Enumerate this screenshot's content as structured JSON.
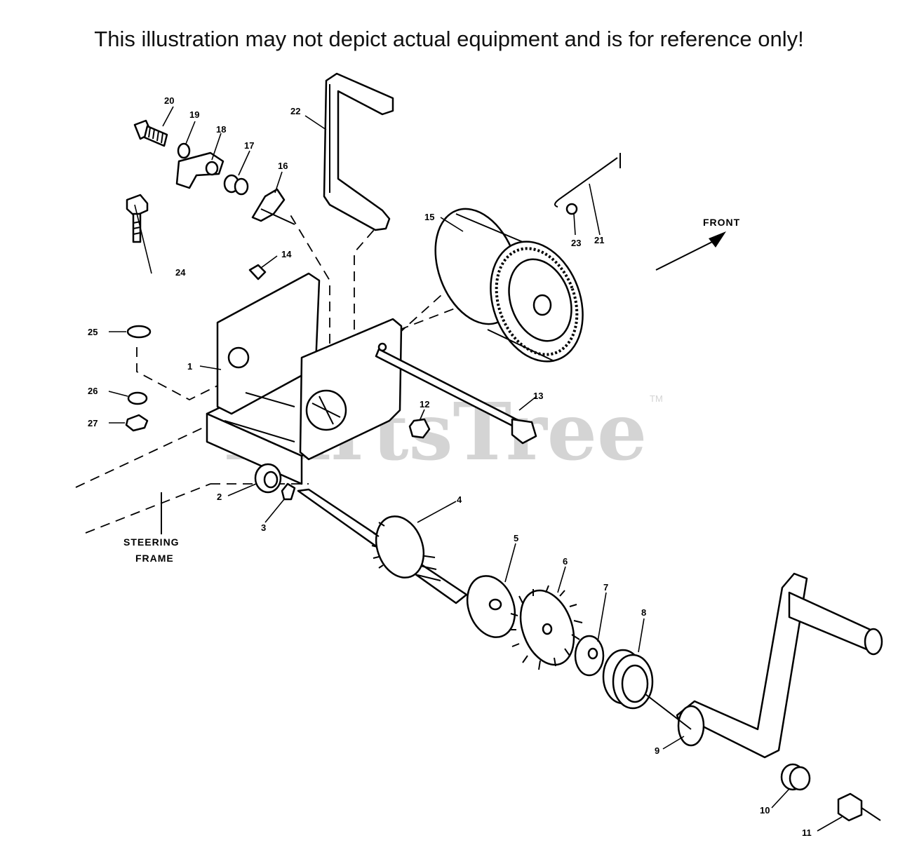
{
  "disclaimer": "This illustration may not depict actual equipment and is for reference only!",
  "watermark": "PartsTree",
  "trademark": "TM",
  "front_label": "FRONT",
  "frame_label": [
    "STEERING",
    "FRAME"
  ],
  "callouts": {
    "p1": "1",
    "p2": "2",
    "p3": "3",
    "p4": "4",
    "p5": "5",
    "p6": "6",
    "p7": "7",
    "p8": "8",
    "p9": "9",
    "p10": "10",
    "p11": "11",
    "p12": "12",
    "p13": "13",
    "p14": "14",
    "p15": "15",
    "p16": "16",
    "p17": "17",
    "p18": "18",
    "p19": "19",
    "p20": "20",
    "p21": "21",
    "p22": "22",
    "p23": "23",
    "p24": "24",
    "p25": "25",
    "p26": "26",
    "p27": "27"
  }
}
